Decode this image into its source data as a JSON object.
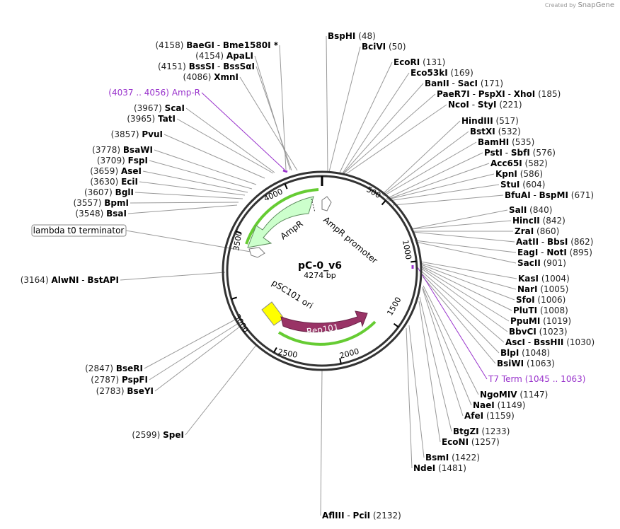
{
  "credit": {
    "prefix": "Created by",
    "brand": "SnapGene"
  },
  "plasmid": {
    "name": "pC-0_v6",
    "length_label": "4274 bp",
    "length": 4274
  },
  "ruler": [
    "500",
    "1000",
    "1500",
    "2000",
    "2500",
    "3000",
    "3500",
    "4000"
  ],
  "features": [
    {
      "name": "AmpR promoter",
      "kind": "promoter"
    },
    {
      "name": "AmpR",
      "kind": "cds"
    },
    {
      "name": "lambda t0 terminator",
      "kind": "terminator"
    },
    {
      "name": "pSC101 ori",
      "kind": "rep_origin"
    },
    {
      "name": "Rep101",
      "kind": "cds"
    }
  ],
  "colors": {
    "ampr_fill": "#ccffcc",
    "ampr_stroke": "#5c8a5c",
    "ori_fill": "#ffff00",
    "rep_fill": "#993366",
    "highlight": "#66cc33",
    "purple": "#9933cc",
    "line": "#999999"
  },
  "labels": {
    "baegi": {
      "pos": "(4158)",
      "parts": [
        "BaeGI",
        "Bme1580I"
      ],
      "extra": "*"
    },
    "apali": {
      "pos": "(4154)",
      "parts": [
        "ApaLI"
      ]
    },
    "bsssi": {
      "pos": "(4151)",
      "parts": [
        "BssSI",
        "BssSαI"
      ]
    },
    "xmni": {
      "pos": "(4086)",
      "parts": [
        "XmnI"
      ]
    },
    "ampr_feat": {
      "pos": "(4037 .. 4056)",
      "parts": [
        "Amp-R"
      ]
    },
    "scai": {
      "pos": "(3967)",
      "parts": [
        "ScaI"
      ]
    },
    "tati": {
      "pos": "(3965)",
      "parts": [
        "TatI"
      ]
    },
    "pvui": {
      "pos": "(3857)",
      "parts": [
        "PvuI"
      ]
    },
    "bsawi": {
      "pos": "(3778)",
      "parts": [
        "BsaWI"
      ]
    },
    "fspi": {
      "pos": "(3709)",
      "parts": [
        "FspI"
      ]
    },
    "asei": {
      "pos": "(3659)",
      "parts": [
        "AseI"
      ]
    },
    "ecii": {
      "pos": "(3630)",
      "parts": [
        "EciI"
      ]
    },
    "bgli": {
      "pos": "(3607)",
      "parts": [
        "BglI"
      ]
    },
    "bpmi": {
      "pos": "(3557)",
      "parts": [
        "BpmI"
      ]
    },
    "bsai": {
      "pos": "(3548)",
      "parts": [
        "BsaI"
      ]
    },
    "alwni": {
      "pos": "(3164)",
      "parts": [
        "AlwNI",
        "BstAPI"
      ]
    },
    "bseri": {
      "pos": "(2847)",
      "parts": [
        "BseRI"
      ]
    },
    "pspfi": {
      "pos": "(2787)",
      "parts": [
        "PspFI"
      ]
    },
    "bseyi": {
      "pos": "(2783)",
      "parts": [
        "BseYI"
      ]
    },
    "spei": {
      "pos": "(2599)",
      "parts": [
        "SpeI"
      ]
    },
    "bsphi": {
      "pos": "(48)",
      "parts": [
        "BspHI"
      ]
    },
    "bcivi": {
      "pos": "(50)",
      "parts": [
        "BciVI"
      ]
    },
    "ecori": {
      "pos": "(131)",
      "parts": [
        "EcoRI"
      ]
    },
    "eco53ki": {
      "pos": "(169)",
      "parts": [
        "Eco53kI"
      ]
    },
    "banii": {
      "pos": "(171)",
      "parts": [
        "BanII",
        "SacI"
      ]
    },
    "paer7i": {
      "pos": "(185)",
      "parts": [
        "PaeR7I",
        "PspXI",
        "XhoI"
      ]
    },
    "ncoi": {
      "pos": "(221)",
      "parts": [
        "NcoI",
        "StyI"
      ]
    },
    "hindiii": {
      "pos": "(517)",
      "parts": [
        "HindIII"
      ]
    },
    "bstxi": {
      "pos": "(532)",
      "parts": [
        "BstXI"
      ]
    },
    "bamhi": {
      "pos": "(535)",
      "parts": [
        "BamHI"
      ]
    },
    "psti": {
      "pos": "(576)",
      "parts": [
        "PstI",
        "SbfI"
      ]
    },
    "acc65i": {
      "pos": "(582)",
      "parts": [
        "Acc65I"
      ]
    },
    "kpni": {
      "pos": "(586)",
      "parts": [
        "KpnI"
      ]
    },
    "stui": {
      "pos": "(604)",
      "parts": [
        "StuI"
      ]
    },
    "bfuai": {
      "pos": "(671)",
      "parts": [
        "BfuAI",
        "BspMI"
      ]
    },
    "sali": {
      "pos": "(840)",
      "parts": [
        "SalI"
      ]
    },
    "hincii": {
      "pos": "(842)",
      "parts": [
        "HincII"
      ]
    },
    "zrai": {
      "pos": "(860)",
      "parts": [
        "ZraI"
      ]
    },
    "aatii": {
      "pos": "(862)",
      "parts": [
        "AatII",
        "BbsI"
      ]
    },
    "eagi": {
      "pos": "(895)",
      "parts": [
        "EagI",
        "NotI"
      ]
    },
    "sacii": {
      "pos": "(901)",
      "parts": [
        "SacII"
      ]
    },
    "kasi": {
      "pos": "(1004)",
      "parts": [
        "KasI"
      ]
    },
    "nari": {
      "pos": "(1005)",
      "parts": [
        "NarI"
      ]
    },
    "sfoi": {
      "pos": "(1006)",
      "parts": [
        "SfoI"
      ]
    },
    "pluti": {
      "pos": "(1008)",
      "parts": [
        "PluTI"
      ]
    },
    "ppumi": {
      "pos": "(1019)",
      "parts": [
        "PpuMI"
      ]
    },
    "bbvci": {
      "pos": "(1023)",
      "parts": [
        "BbvCI"
      ]
    },
    "asci": {
      "pos": "(1030)",
      "parts": [
        "AscI",
        "BssHII"
      ]
    },
    "blpi": {
      "pos": "(1048)",
      "parts": [
        "BlpI"
      ]
    },
    "bsiwi": {
      "pos": "(1063)",
      "parts": [
        "BsiWI"
      ]
    },
    "t7term": {
      "pos": "(1045 .. 1063)",
      "parts": [
        "T7 Term"
      ]
    },
    "ngomiv": {
      "pos": "(1147)",
      "parts": [
        "NgoMIV"
      ]
    },
    "naei": {
      "pos": "(1149)",
      "parts": [
        "NaeI"
      ]
    },
    "afei": {
      "pos": "(1159)",
      "parts": [
        "AfeI"
      ]
    },
    "btgzi": {
      "pos": "(1233)",
      "parts": [
        "BtgZI"
      ]
    },
    "econi": {
      "pos": "(1257)",
      "parts": [
        "EcoNI"
      ]
    },
    "bsmi": {
      "pos": "(1422)",
      "parts": [
        "BsmI"
      ]
    },
    "ndei": {
      "pos": "(1481)",
      "parts": [
        "NdeI"
      ]
    },
    "afliii": {
      "pos": "(2132)",
      "parts": [
        "AflIII",
        "PciI"
      ]
    }
  }
}
